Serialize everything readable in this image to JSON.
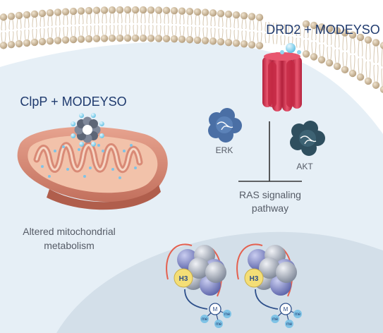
{
  "labels": {
    "drd2": "DRD2 + MODEYSO",
    "clpp": "ClpP + MODEYSO",
    "erk": "ERK",
    "akt": "AKT",
    "ras_line1": "RAS signaling",
    "ras_line2": "pathway",
    "mito_line1": "Altered mitochondrial",
    "mito_line2": "metabolism",
    "histone_left": "H3",
    "histone_right": "H3",
    "methyl_left": "M",
    "methyl_right": "M",
    "me": "me"
  },
  "colors": {
    "label_blue": "#1f3a6e",
    "text_gray": "#555b66",
    "cytoplasm": "#e6eff6",
    "nucleus": "#d3dfe9",
    "lipid_head": "#c7b497",
    "receptor": "#d8334e",
    "mito_outer": "#d98a76",
    "mito_inner": "#f2c2aa",
    "drug": "#8fd3ee",
    "histone_blue": "#7b83c4",
    "histone_gray": "#9aa3b3",
    "h3_yellow": "#f4de76",
    "dna_tail": "#e4604f"
  }
}
